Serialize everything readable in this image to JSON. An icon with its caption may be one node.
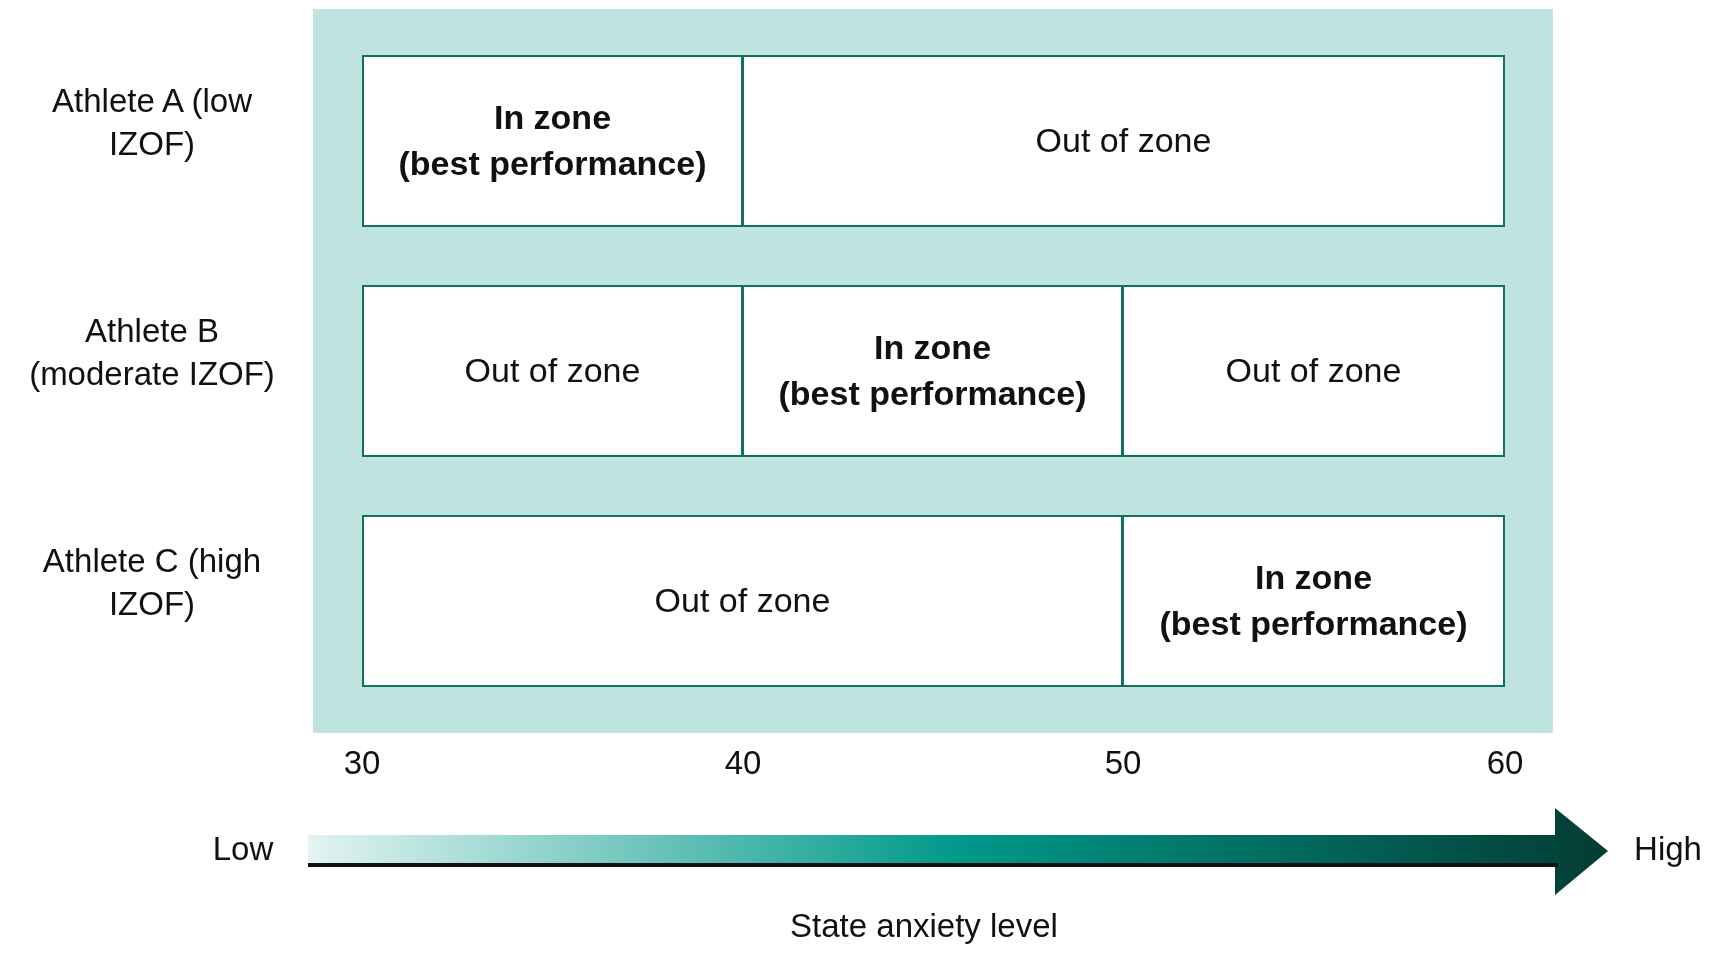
{
  "diagram": {
    "nodes": [
      {
        "text": [
          "In zone",
          "(best performance)"
        ]
      },
      {
        "text": [
          "Out of zone"
        ]
      },
      {
        "text": [
          "Out of zone"
        ]
      },
      {
        "text": [
          "In zone",
          "(best performance)"
        ]
      },
      {
        "text": [
          "Out of zone"
        ]
      },
      {
        "text": [
          "Out of zone"
        ]
      },
      {
        "text": [
          "In zone",
          "(best performance)"
        ]
      }
    ],
    "edges": [],
    "labels": [
      "Athlete A (low IZOF)",
      "Athlete B (moderate IZOF)",
      "Athlete C (high IZOF)",
      "30",
      "40",
      "50",
      "60",
      "Low",
      "High",
      "State anxiety level"
    ]
  }
}
